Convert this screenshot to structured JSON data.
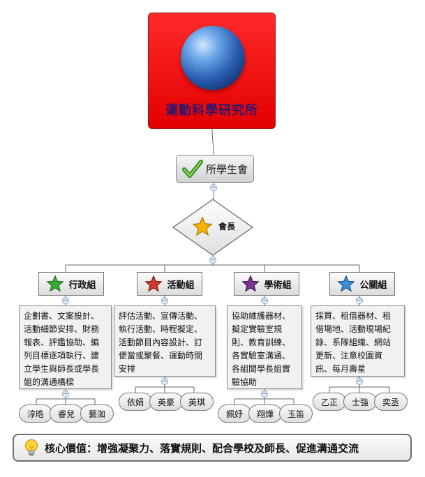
{
  "root": {
    "title": "運動科學研究所",
    "icon": "globe-icon"
  },
  "sub": {
    "label": "所學生會",
    "icon": "checkmark-icon"
  },
  "president": {
    "label": "會長",
    "icon": "star-icon"
  },
  "groups": [
    {
      "name": "行政組",
      "star_color": "#3aa832",
      "desc_lines": [
        "企劃書、文案設計、",
        "活動細節安排、財務",
        "報表、評鑑協助、編",
        "列目標逐項執行、建",
        "立學生與師長或學長",
        "姐的溝通橋樑"
      ],
      "members": [
        "淳晧",
        "睿兒",
        "藝洳"
      ]
    },
    {
      "name": "活動組",
      "star_color": "#d03a2e",
      "desc_lines": [
        "評估活動、宣傳活動、",
        "執行活動、時程擬定、",
        "活動節目內容設計、訂",
        "便當或聚餐、運動時間",
        "安排"
      ],
      "members": [
        "依娟",
        "英豪",
        "英琪"
      ]
    },
    {
      "name": "學術組",
      "star_color": "#7a3590",
      "desc_lines": [
        "協助維護器材、",
        "擬定實驗室規",
        "則、教育訓練、",
        "各實驗室溝通、",
        "各組間學長姐實",
        "驗協助"
      ],
      "members": [
        "姵妤",
        "翔燁",
        "玉笛"
      ]
    },
    {
      "name": "公關組",
      "star_color": "#3a8fd6",
      "desc_lines": [
        "採買、租借器材、租",
        "借場地、活動現場紀",
        "錄、系隊組織、網站",
        "更新、注意校園資",
        "訊、每月壽星"
      ],
      "members": [
        "乙正",
        "士強",
        "奕丞"
      ]
    }
  ],
  "core": {
    "text": "核心價值：增強凝聚力、落實規則、配合學校及師長、促進溝通交流",
    "icon": "lightbulb-icon"
  },
  "colors": {
    "root_fill": "#e30000",
    "root_text": "#2a1870",
    "president_star": "#f5b400"
  }
}
